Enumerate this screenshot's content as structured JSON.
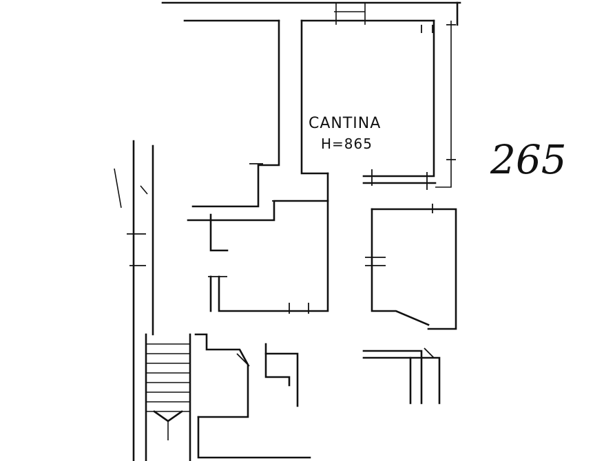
{
  "plan": {
    "room_name": "CANTINA",
    "room_height": "H=865",
    "page_number": "265"
  }
}
